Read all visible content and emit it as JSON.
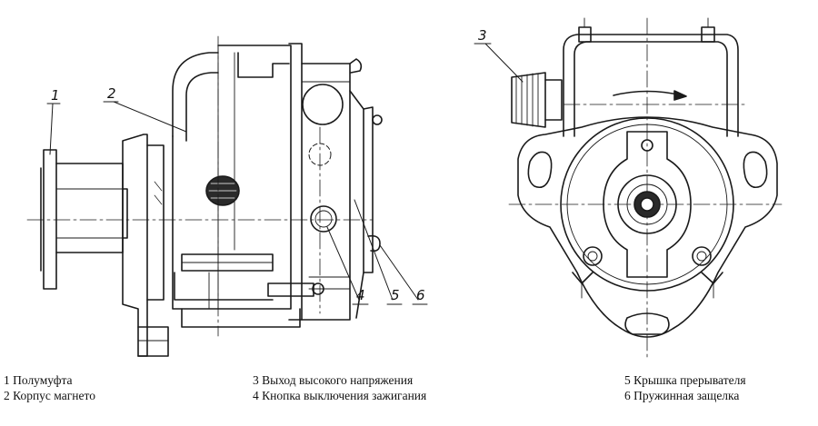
{
  "callouts": {
    "c1": "1",
    "c2": "2",
    "c3": "3",
    "c4": "4",
    "c5": "5",
    "c6": "6"
  },
  "legend": {
    "item1": "1 Полумуфта",
    "item2": "2 Корпус магнето",
    "item3": "3 Выход высокого напряжения",
    "item4": "4 Кнопка выключения зажигания",
    "item5": "5 Крышка прерывателя",
    "item6": "6 Пружинная защелка"
  }
}
